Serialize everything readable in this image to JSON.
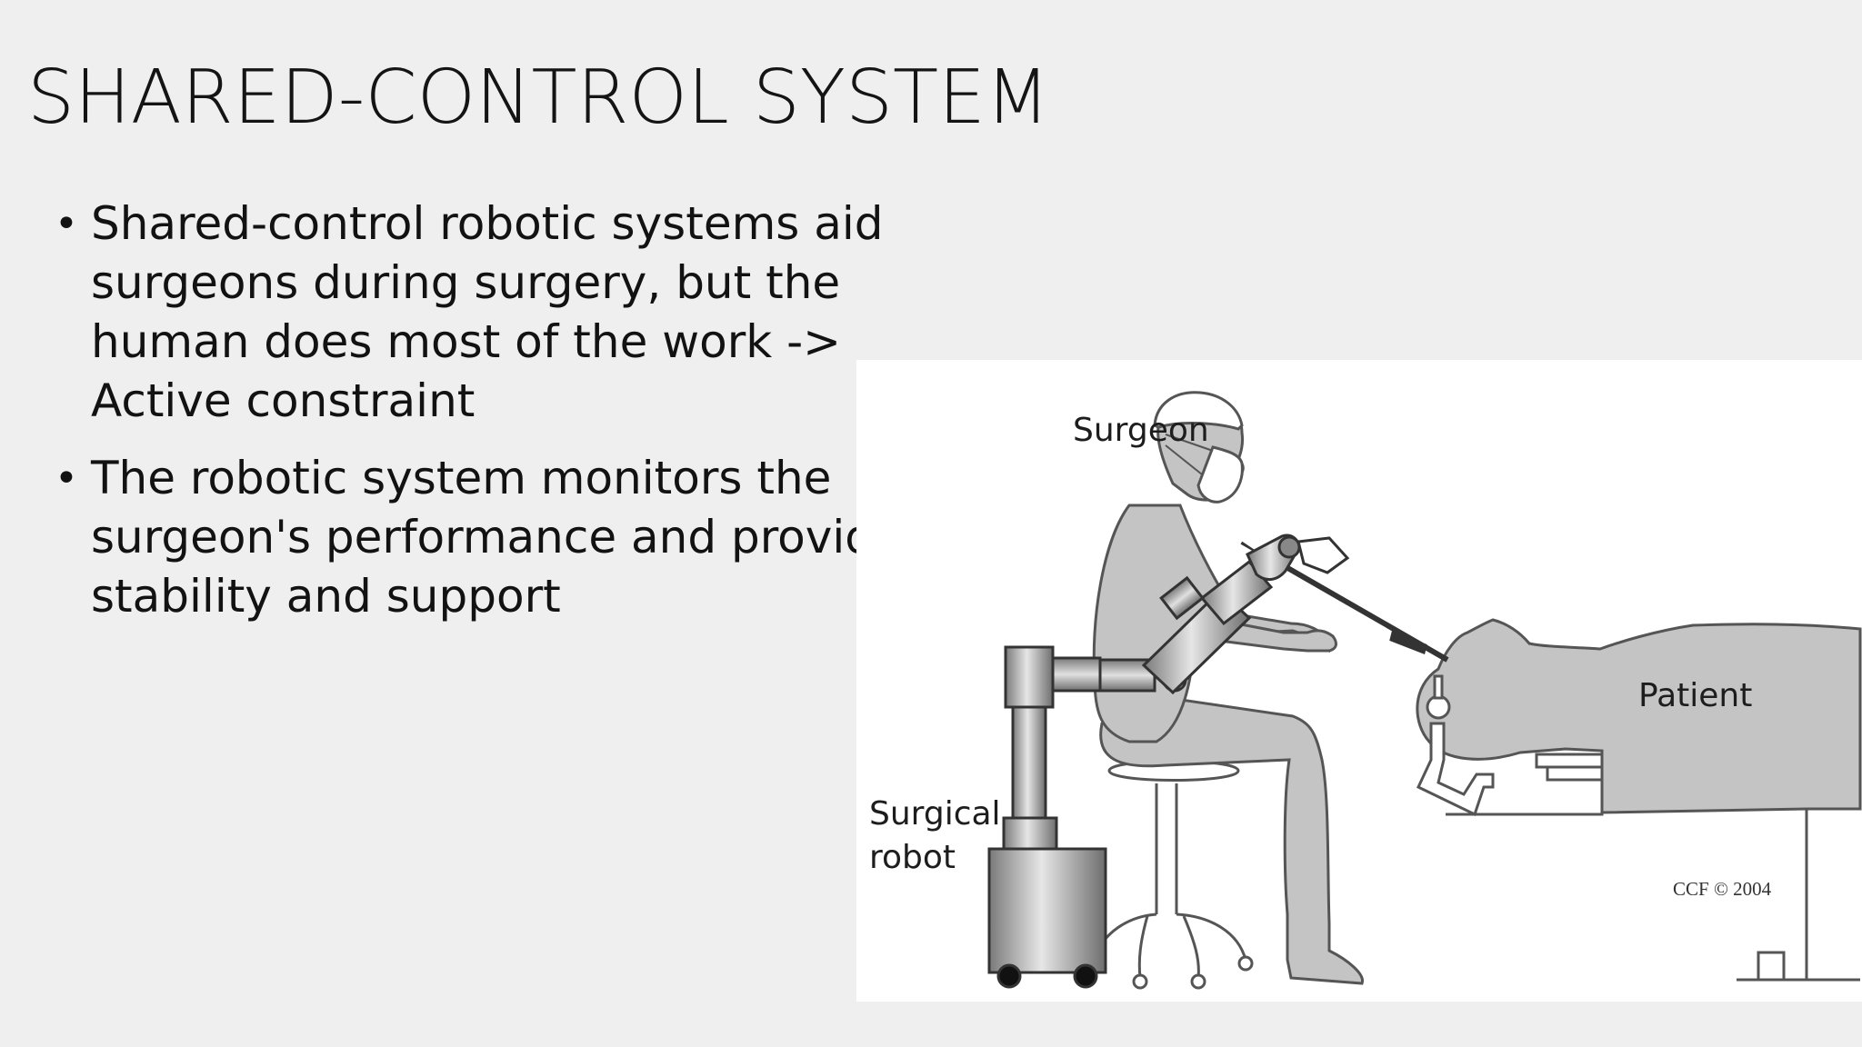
{
  "slide": {
    "title": "SHARED-CONTROL SYSTEM",
    "bullets": [
      "Shared-control robotic systems aid surgeons during surgery, but the human does most of the work -> Active constraint",
      "The robotic system monitors the surgeon's performance and provides stability and support"
    ]
  },
  "figure": {
    "labels": {
      "surgeon": "Surgeon",
      "patient": "Patient",
      "robot_line1": "Surgical",
      "robot_line2": "robot"
    },
    "copyright": "CCF © 2004",
    "colors": {
      "figure_fill": "#c4c4c4",
      "outline": "#555555",
      "robot_metal": "#9a9a9a",
      "background": "#ffffff"
    }
  }
}
